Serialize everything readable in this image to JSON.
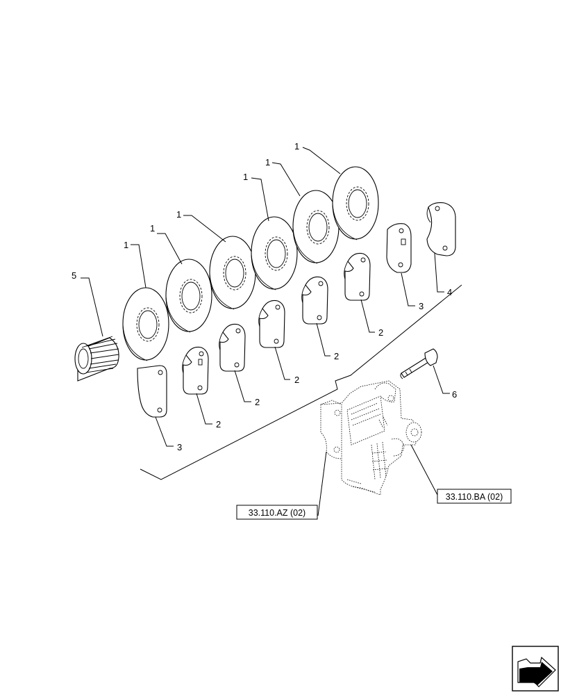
{
  "callouts": {
    "disc": "1",
    "lever_plate": "2",
    "plate_a": "3",
    "plate_b": "4",
    "splined_sleeve": "5",
    "bolt": "6"
  },
  "references": {
    "housing": "33.110.AZ (02)",
    "valve": "33.110.BA (02)"
  },
  "icons": {
    "corner": "next-page-arrow-icon"
  }
}
